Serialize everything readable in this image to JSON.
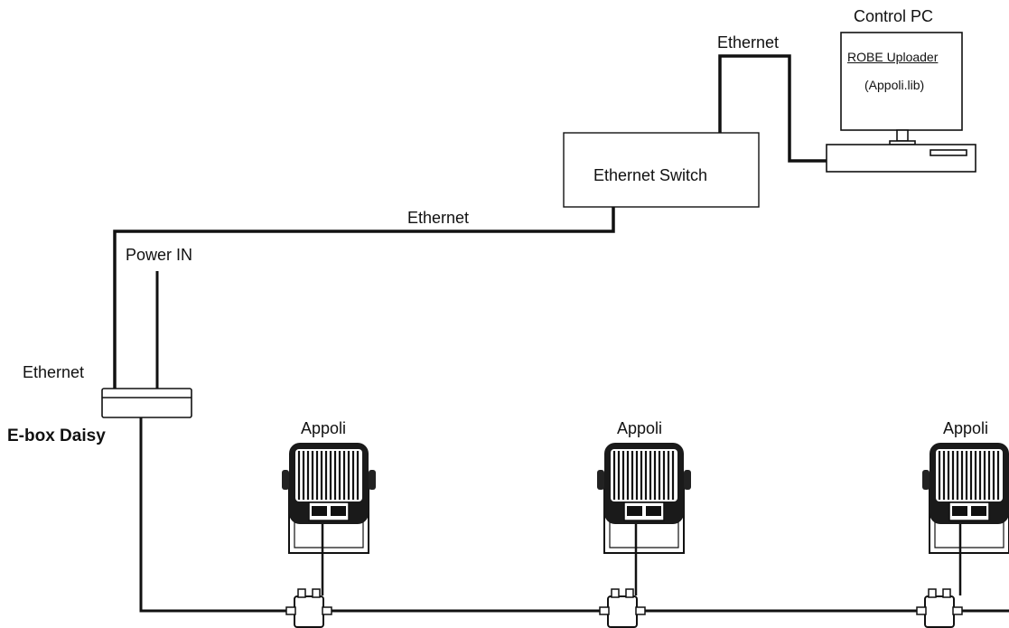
{
  "labels": {
    "control_pc": "Control PC",
    "robe_uploader": "ROBE Uploader",
    "appoli_lib": "(Appoli.lib)",
    "ethernet_pc": "Ethernet",
    "ethernet_switch": "Ethernet Switch",
    "ethernet_main": "Ethernet",
    "power_in": "Power IN",
    "ethernet_ebox": "Ethernet",
    "ebox_daisy": "E-box Daisy",
    "fixture_1": "Appoli",
    "fixture_2": "Appoli",
    "fixture_3": "Appoli"
  },
  "colors": {
    "line": "#111111",
    "fill": "#ffffff"
  }
}
